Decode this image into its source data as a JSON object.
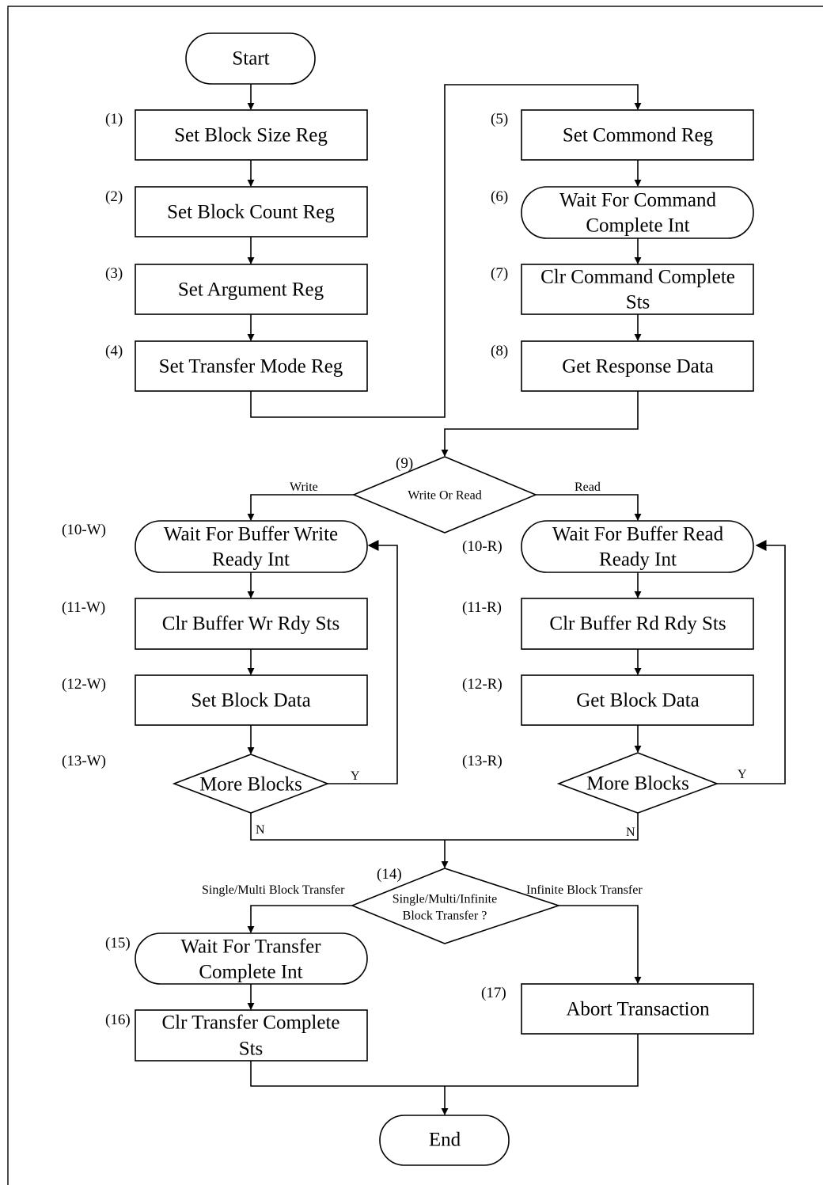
{
  "nodes": {
    "start": "Start",
    "n1": "Set Block Size Reg",
    "n2": "Set Block Count Reg",
    "n3": "Set Argument Reg",
    "n4": "Set Transfer Mode Reg",
    "n5": "Set Commond Reg",
    "n6": [
      "Wait For Command",
      "Complete Int"
    ],
    "n7": [
      "Clr Command Complete",
      "Sts"
    ],
    "n8": "Get Response Data",
    "n9": "Write Or Read",
    "n10w": [
      "Wait For Buffer Write",
      "Ready Int"
    ],
    "n11w": "Clr Buffer Wr Rdy Sts",
    "n12w": "Set Block Data",
    "n13w": "More Blocks",
    "n10r": [
      "Wait For Buffer Read",
      "Ready Int"
    ],
    "n11r": "Clr Buffer Rd Rdy Sts",
    "n12r": "Get Block Data",
    "n13r": "More Blocks",
    "n14": [
      "Single/Multi/Infinite",
      "Block Transfer ?"
    ],
    "n15": [
      "Wait For Transfer",
      "Complete Int"
    ],
    "n16": [
      "Clr Transfer Complete",
      "Sts"
    ],
    "n17": "Abort Transaction",
    "end": "End"
  },
  "step_labels": {
    "s1": "(1)",
    "s2": "(2)",
    "s3": "(3)",
    "s4": "(4)",
    "s5": "(5)",
    "s6": "(6)",
    "s7": "(7)",
    "s8": "(8)",
    "s9": "(9)",
    "s10w": "(10-W)",
    "s11w": "(11-W)",
    "s12w": "(12-W)",
    "s13w": "(13-W)",
    "s10r": "(10-R)",
    "s11r": "(11-R)",
    "s12r": "(12-R)",
    "s13r": "(13-R)",
    "s14": "(14)",
    "s15": "(15)",
    "s16": "(16)",
    "s17": "(17)"
  },
  "edge_labels": {
    "write": "Write",
    "read": "Read",
    "yes_w": "Y",
    "no_w": "N",
    "yes_r": "Y",
    "no_r": "N",
    "single_multi": "Single/Multi Block Transfer",
    "infinite": "Infinite Block Transfer"
  },
  "colors": {
    "stroke": "#000000",
    "fill": "#ffffff",
    "watermark": "#c9cdf0"
  }
}
